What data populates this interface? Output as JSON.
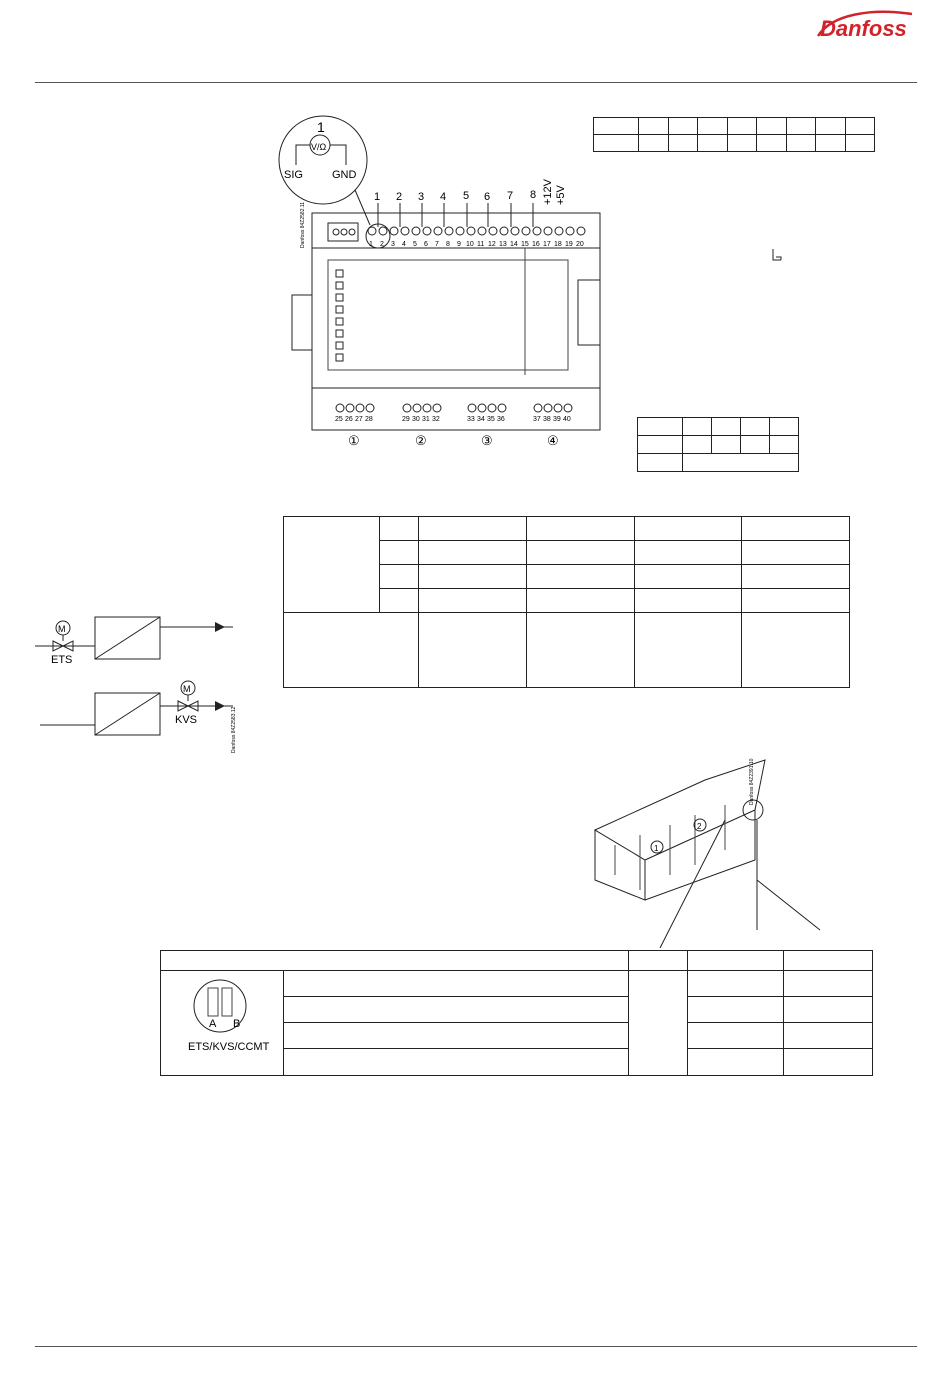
{
  "brand": {
    "name": "Danfoss"
  },
  "controller_diagram": {
    "pin_labels_top": [
      "1",
      "2",
      "3",
      "4",
      "5",
      "6",
      "7",
      "8",
      "+12V",
      "+5V"
    ],
    "terminal_numbers_top": [
      "1",
      "2",
      "3",
      "4",
      "5",
      "6",
      "7",
      "8",
      "9",
      "10",
      "11",
      "12",
      "13",
      "14",
      "15",
      "16",
      "17",
      "18",
      "19",
      "20"
    ],
    "terminal_numbers_bottom": [
      "25",
      "26",
      "27",
      "28",
      "29",
      "30",
      "31",
      "32",
      "33",
      "34",
      "35",
      "36",
      "37",
      "38",
      "39",
      "40"
    ],
    "group_markers": [
      "①",
      "②",
      "③",
      "④"
    ],
    "sensor_callout": {
      "number": "1",
      "symbol": "V/Ω",
      "left": "SIG",
      "right": "GND"
    },
    "drawing_ref": "Danfoss 84Z2582.11"
  },
  "valve_diagram": {
    "ets_label": "ETS",
    "kvs_label": "KVS",
    "motor_symbol": "M",
    "drawing_ref": "Danfoss 84Z2583.12"
  },
  "connector_diagram": {
    "markers": [
      "1",
      "2"
    ],
    "drawing_ref": "Danfoss 84Z2391.10"
  },
  "bottom_table": {
    "connector_label_a": "A",
    "connector_label_b": "B",
    "device_label": "ETS/KVS/CCMT"
  }
}
